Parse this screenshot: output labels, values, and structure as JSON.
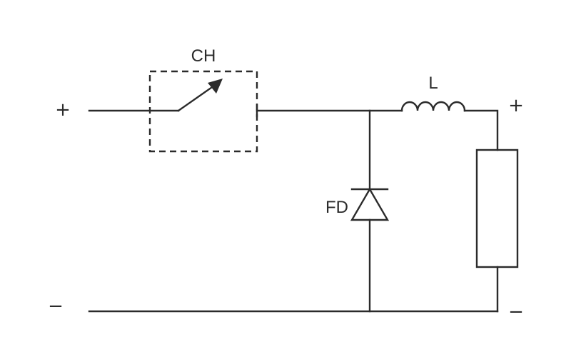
{
  "labels": {
    "chopper": "CH",
    "inductor": "L",
    "diode": "FD"
  },
  "terminals": {
    "input_positive": "+",
    "input_negative": "−",
    "output_positive": "+",
    "output_negative": "−"
  },
  "colors": {
    "line": "#2b2b2b",
    "background": "#ffffff"
  }
}
